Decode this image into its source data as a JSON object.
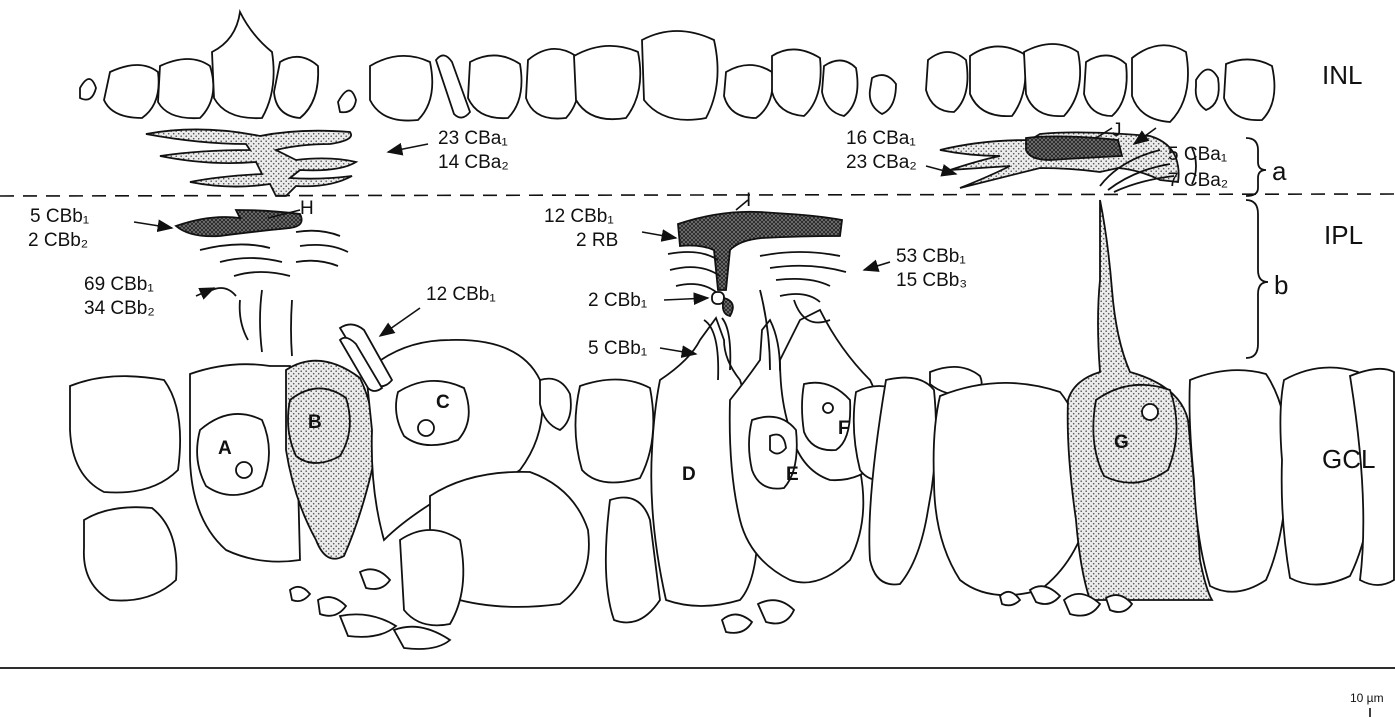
{
  "layers": {
    "inl": "INL",
    "ipl": "IPL",
    "gcl": "GCL"
  },
  "sublaminae": {
    "a": "a",
    "b": "b"
  },
  "cells": [
    "A",
    "B",
    "C",
    "D",
    "E",
    "F",
    "G"
  ],
  "dark_dendrites": [
    "H",
    "I",
    "J"
  ],
  "annotations": {
    "top_left_a": [
      "23 CBa₁",
      "14 CBa₂"
    ],
    "h_synapse": [
      "5 CBb₁",
      "2 CBb₂"
    ],
    "left_b_synapse": [
      "69 CBb₁",
      "34 CBb₂"
    ],
    "c_process": "12 CBb₁",
    "i_synapse": [
      "12 CBb₁",
      "2 RB"
    ],
    "mid_right_b": [
      "53 CBb₁",
      "15 CBb₃"
    ],
    "mid_stub": "2 CBb₁",
    "d_process": "5 CBb₁",
    "right_a_left": [
      "16 CBa₁",
      "23 CBa₂"
    ],
    "right_a_right": [
      "5 CBa₁",
      "7 CBa₂"
    ]
  },
  "scale_bar": "10 µm",
  "colors": {
    "ink": "#111111",
    "paper": "#ffffff"
  }
}
